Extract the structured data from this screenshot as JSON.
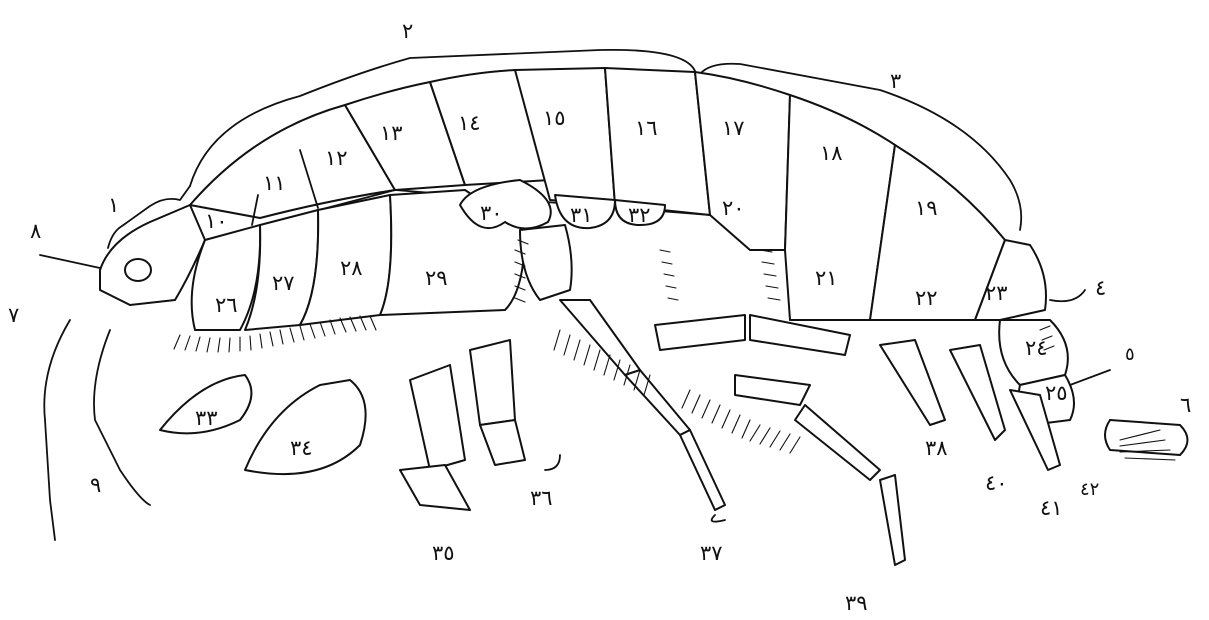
{
  "figure": {
    "brace_labels": [
      "١",
      "٢",
      "٣"
    ],
    "segment_labels": [
      "١٠",
      "١١",
      "١٢",
      "١٣",
      "١٤",
      "١٥",
      "١٦",
      "١٧",
      "١٨",
      "١٩"
    ],
    "region_labels": [
      "٢٠",
      "٢١",
      "٢٢",
      "٢٣",
      "٢٤",
      "٢٥",
      "٢٦",
      "٢٧",
      "٢٨",
      "٢٩",
      "٣٠",
      "٣١",
      "٣٢",
      "٣٣",
      "٣٤"
    ],
    "appendage_labels": [
      "٣٥",
      "٣٦",
      "٣٧",
      "٣٨",
      "٣٩",
      "٤٠",
      "٤١",
      "٤٢"
    ],
    "head_labels": [
      "٤",
      "٥",
      "٦",
      "٧",
      "٨",
      "٩"
    ]
  }
}
